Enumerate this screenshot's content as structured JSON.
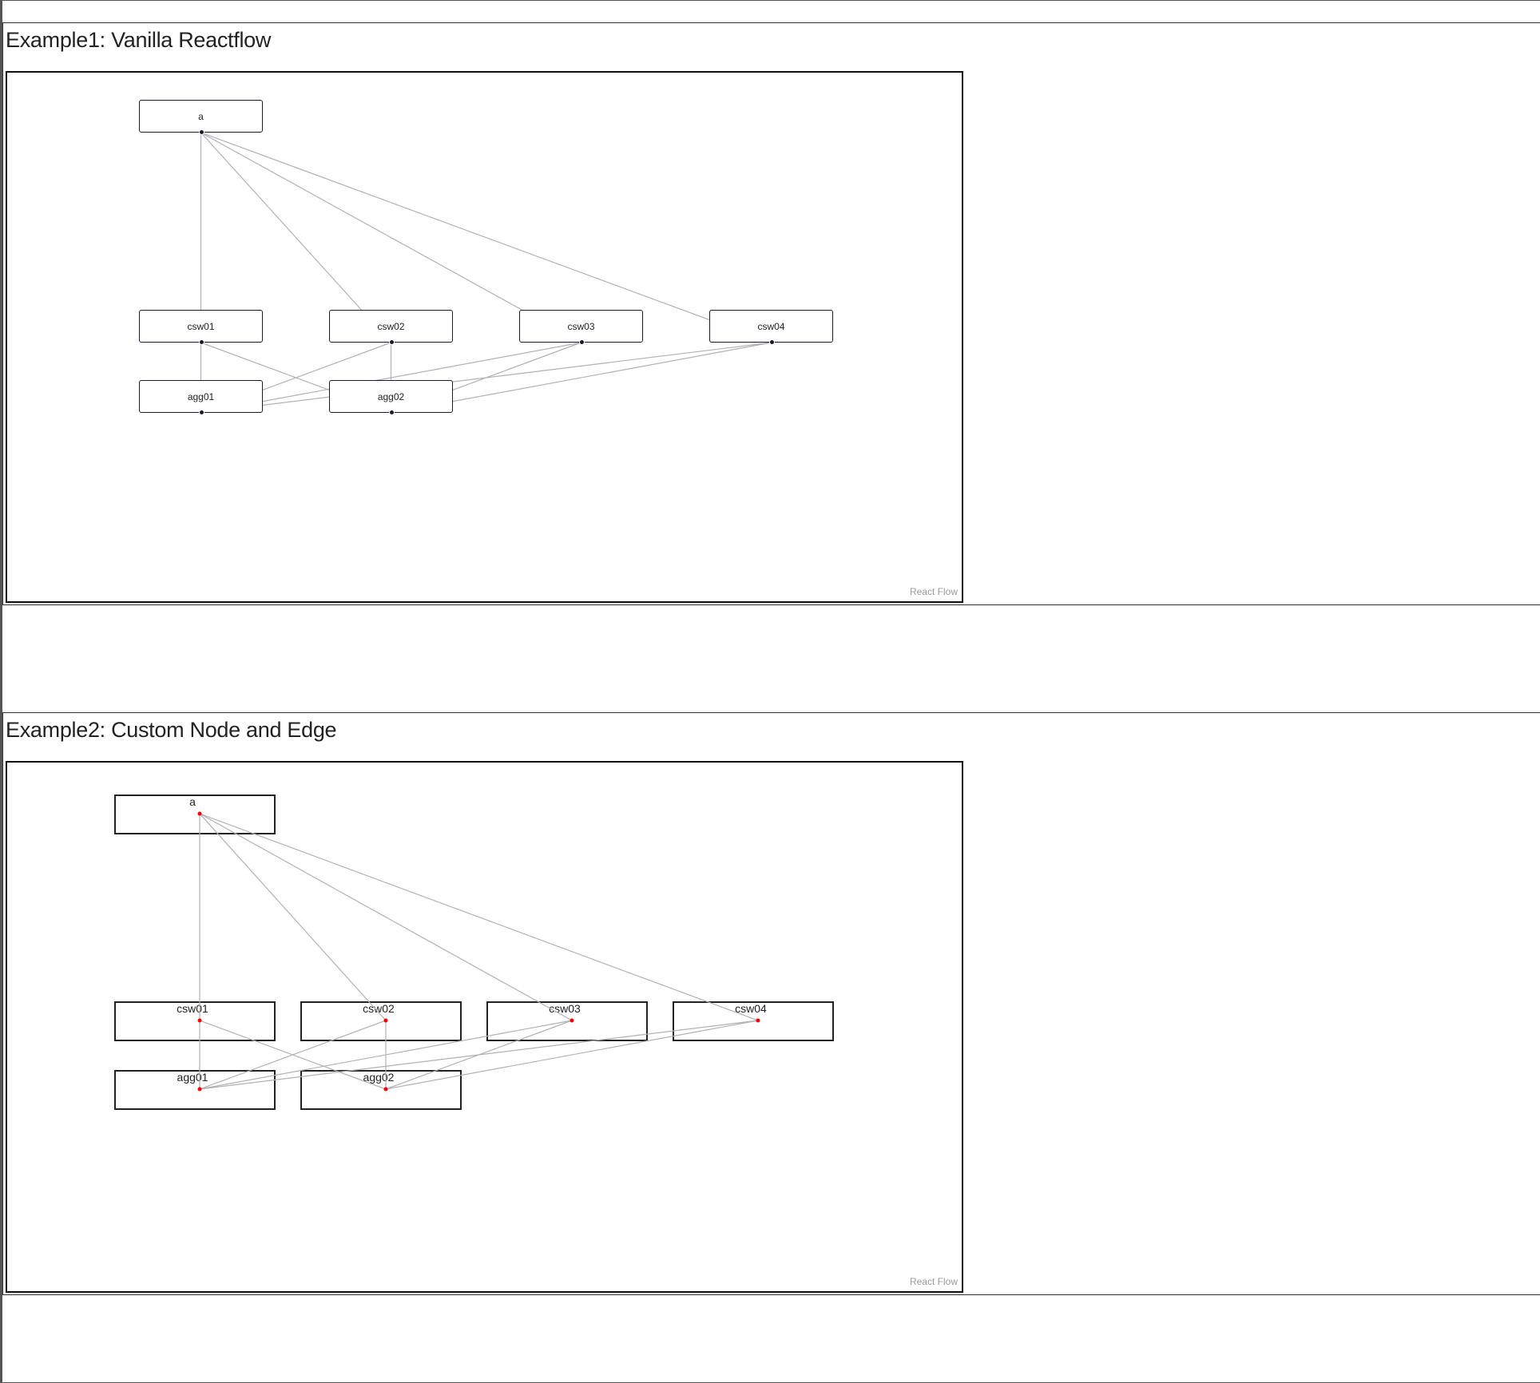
{
  "examples": [
    {
      "title": "Example1: Vanilla Reactflow",
      "attribution": "React Flow",
      "nodes": [
        {
          "id": "a",
          "label": "a"
        },
        {
          "id": "csw01",
          "label": "csw01"
        },
        {
          "id": "csw02",
          "label": "csw02"
        },
        {
          "id": "csw03",
          "label": "csw03"
        },
        {
          "id": "csw04",
          "label": "csw04"
        },
        {
          "id": "agg01",
          "label": "agg01"
        },
        {
          "id": "agg02",
          "label": "agg02"
        }
      ],
      "edges": [
        [
          "a",
          "csw01"
        ],
        [
          "a",
          "csw02"
        ],
        [
          "a",
          "csw03"
        ],
        [
          "a",
          "csw04"
        ],
        [
          "csw01",
          "agg01"
        ],
        [
          "csw01",
          "agg02"
        ],
        [
          "csw02",
          "agg01"
        ],
        [
          "csw02",
          "agg02"
        ],
        [
          "csw03",
          "agg01"
        ],
        [
          "csw03",
          "agg02"
        ],
        [
          "csw04",
          "agg01"
        ],
        [
          "csw04",
          "agg02"
        ]
      ],
      "colors": {
        "edge": "#b1b1b7",
        "handle": "#1a192b"
      }
    },
    {
      "title": "Example2: Custom Node and Edge",
      "attribution": "React Flow",
      "nodes": [
        {
          "id": "a",
          "label": "a"
        },
        {
          "id": "csw01",
          "label": "csw01"
        },
        {
          "id": "csw02",
          "label": "csw02"
        },
        {
          "id": "csw03",
          "label": "csw03"
        },
        {
          "id": "csw04",
          "label": "csw04"
        },
        {
          "id": "agg01",
          "label": "agg01"
        },
        {
          "id": "agg02",
          "label": "agg02"
        }
      ],
      "edges": [
        [
          "a",
          "csw01"
        ],
        [
          "a",
          "csw02"
        ],
        [
          "a",
          "csw03"
        ],
        [
          "a",
          "csw04"
        ],
        [
          "csw01",
          "agg01"
        ],
        [
          "csw01",
          "agg02"
        ],
        [
          "csw02",
          "agg01"
        ],
        [
          "csw02",
          "agg02"
        ],
        [
          "csw03",
          "agg01"
        ],
        [
          "csw03",
          "agg02"
        ],
        [
          "csw04",
          "agg01"
        ],
        [
          "csw04",
          "agg02"
        ]
      ],
      "colors": {
        "edge": "#b1b1b7",
        "handle": "#ff0000"
      }
    }
  ]
}
